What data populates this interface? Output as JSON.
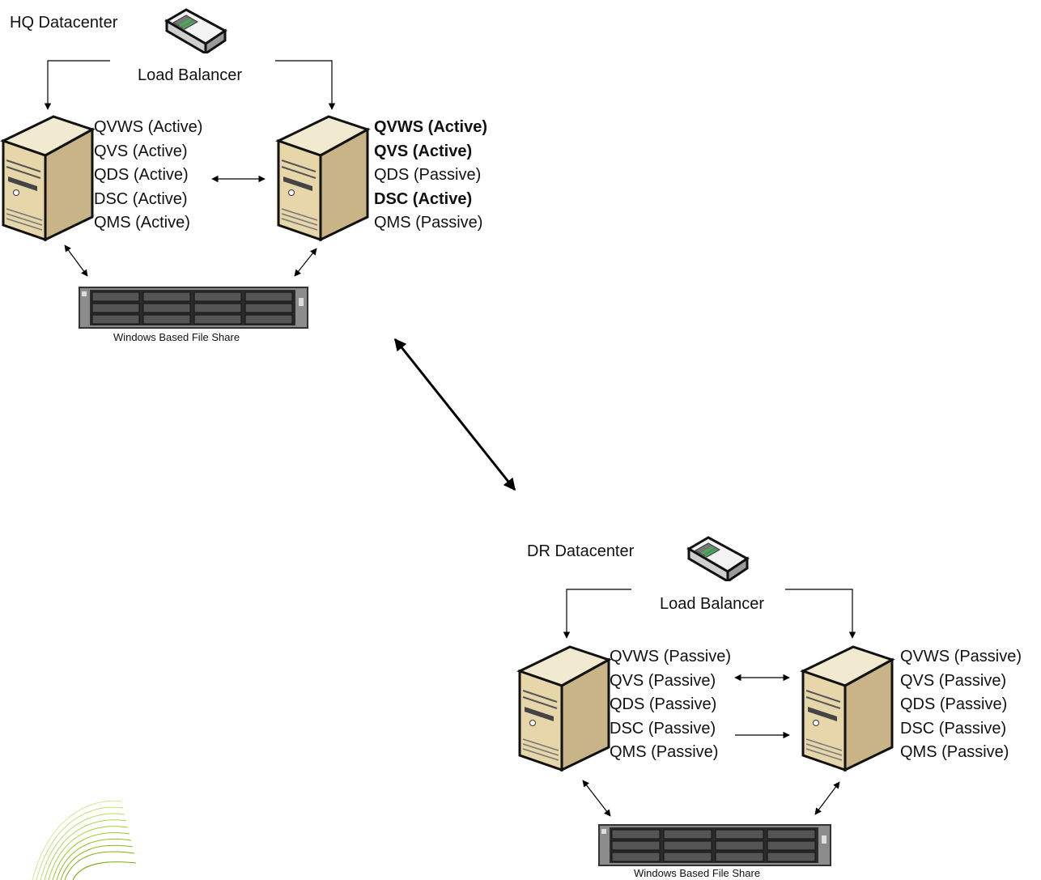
{
  "hq": {
    "title": "HQ Datacenter",
    "load_balancer": "Load Balancer",
    "server_a": [
      "QVWS (Active)",
      "QVS (Active)",
      "QDS (Active)",
      "DSC (Active)",
      "QMS (Active)"
    ],
    "server_b": [
      "QVWS (Active)",
      "QVS (Active)",
      "QDS (Passive)",
      "DSC (Active)",
      "QMS (Passive)"
    ],
    "server_b_bold": [
      true,
      true,
      false,
      true,
      false
    ],
    "file_share": "Windows Based File Share"
  },
  "dr": {
    "title": "DR Datacenter",
    "load_balancer": "Load Balancer",
    "server_a": [
      "QVWS (Passive)",
      "QVS (Passive)",
      "QDS (Passive)",
      "DSC (Passive)",
      "QMS (Passive)"
    ],
    "server_b": [
      "QVWS (Passive)",
      "QVS (Passive)",
      "QDS (Passive)",
      "DSC (Passive)",
      "QMS (Passive)"
    ],
    "file_share": "Windows Based File Share"
  },
  "colors": {
    "line": "#000000",
    "server_body": "#e8d9b0",
    "server_shadow": "#b9a577",
    "network_led": "#39b54a",
    "logo_green": "#9fd33a"
  },
  "icons": [
    "load-balancer-icon",
    "server-tower-icon",
    "storage-array-icon",
    "logo-swirl-icon"
  ]
}
